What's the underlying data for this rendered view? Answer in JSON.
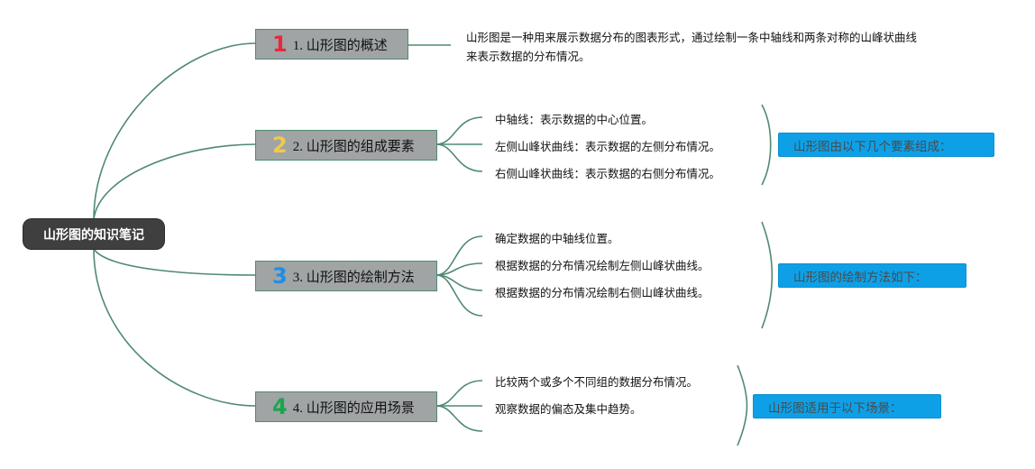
{
  "root": {
    "label": "山形图的知识笔记"
  },
  "colors": {
    "line": "#4f8a70",
    "num1": "#e8283c",
    "num2": "#f2c94c",
    "num3": "#1c8fe8",
    "num4": "#1aa64a",
    "summary_bg": "#0ea0e6"
  },
  "topics": [
    {
      "number": "1",
      "label": "1. 山形图的概述"
    },
    {
      "number": "2",
      "label": "2. 山形图的组成要素"
    },
    {
      "number": "3",
      "label": "3. 山形图的绘制方法"
    },
    {
      "number": "4",
      "label": "4. 山形图的应用场景"
    }
  ],
  "overview": {
    "text": "山形图是一种用来展示数据分布的图表形式，通过绘制一条中轴线和两条对称的山峰状曲线来表示数据的分布情况。"
  },
  "components": {
    "items": [
      "中轴线：表示数据的中心位置。",
      "左侧山峰状曲线：表示数据的左侧分布情况。",
      "右侧山峰状曲线：表示数据的右侧分布情况。"
    ],
    "summary": "山形图由以下几个要素组成："
  },
  "methods": {
    "items": [
      "确定数据的中轴线位置。",
      "根据数据的分布情况绘制左侧山峰状曲线。",
      "根据数据的分布情况绘制右侧山峰状曲线。"
    ],
    "summary": "山形图的绘制方法如下："
  },
  "scenarios": {
    "items": [
      "比较两个或多个不同组的数据分布情况。",
      "观察数据的偏态及集中趋势。"
    ],
    "summary": "山形图适用于以下场景："
  }
}
